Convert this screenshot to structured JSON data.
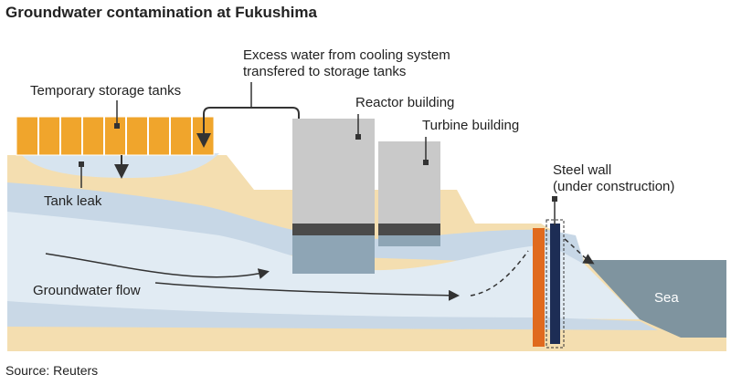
{
  "title": "Groundwater contamination at Fukushima",
  "labels": {
    "excess_water_line1": "Excess water from cooling system",
    "excess_water_line2": "transfered to storage tanks",
    "temporary_tanks": "Temporary storage tanks",
    "reactor_building": "Reactor building",
    "turbine_building": "Turbine building",
    "steel_wall_line1": "Steel wall",
    "steel_wall_line2": "(under construction)",
    "tank_leak": "Tank leak",
    "groundwater_flow": "Groundwater flow",
    "sea": "Sea"
  },
  "source": "Source: Reuters",
  "colors": {
    "ground": "#f4deb0",
    "water_light": "#dfe9f2",
    "water_mid": "#c5d6e5",
    "water_band": "#b3c8da",
    "tank": "#f0a52c",
    "building": "#c8c8c8",
    "sea": "#7f949f",
    "wall_orange": "#e06a1e",
    "wall_navy": "#1d2d55"
  }
}
